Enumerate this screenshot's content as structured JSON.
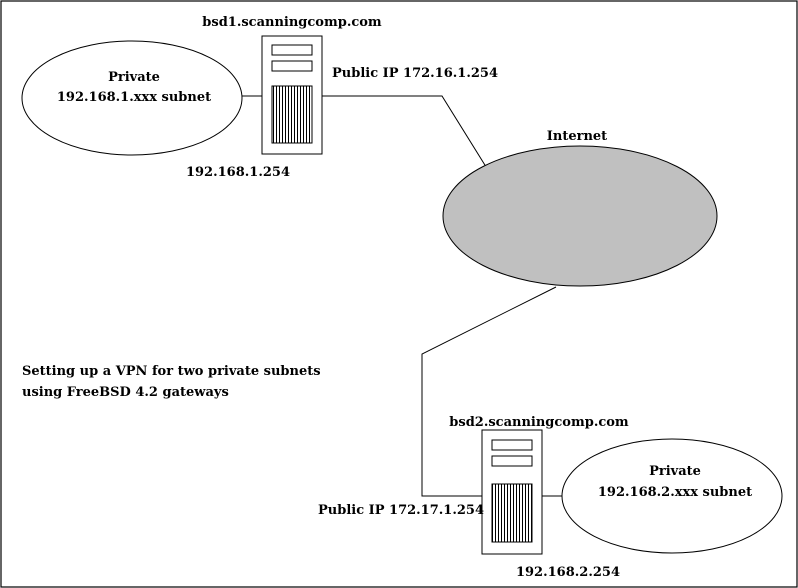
{
  "colors": {
    "background": "#ffffff",
    "stroke": "#000000",
    "internet_fill": "#c0c0c0"
  },
  "gateway1": {
    "hostname": "bsd1.scanningcomp.com",
    "public_ip_label": "Public IP 172.16.1.254",
    "private_ip_label": "192.168.1.254",
    "icon": "server-tower-icon"
  },
  "gateway2": {
    "hostname": "bsd2.scanningcomp.com",
    "public_ip_label": "Public IP 172.17.1.254",
    "private_ip_label": "192.168.2.254",
    "icon": "server-tower-icon"
  },
  "subnet1": {
    "title": "Private",
    "subnet_label": "192.168.1.xxx subnet"
  },
  "subnet2": {
    "title": "Private",
    "subnet_label": "192.168.2.xxx subnet"
  },
  "internet": {
    "label": "Internet"
  },
  "caption": {
    "line1": "Setting up a VPN for two private subnets",
    "line2": "using FreeBSD 4.2 gateways"
  }
}
